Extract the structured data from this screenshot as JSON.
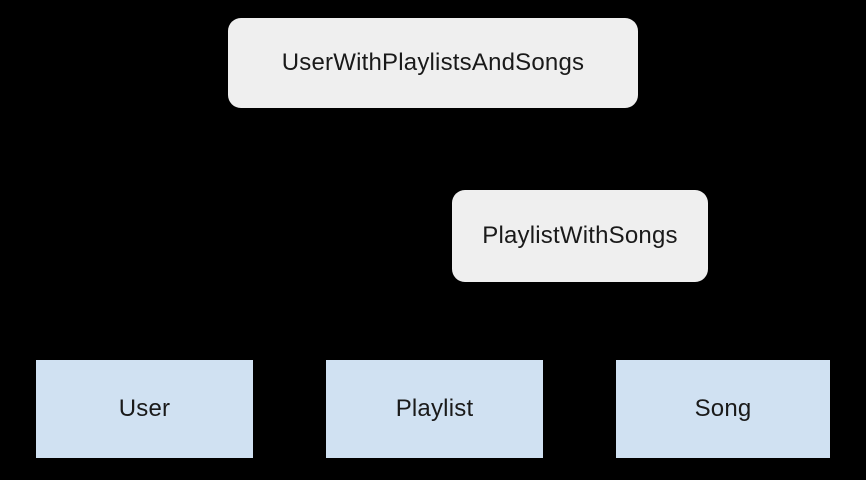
{
  "diagram": {
    "background_color": "#000000",
    "text_color": "#1a1a1a",
    "rounded_node_fill": "#efefef",
    "rect_node_fill": "#d0e1f2",
    "nodes": {
      "user_with_playlists_and_songs": {
        "label": "UserWithPlaylistsAndSongs",
        "shape": "rounded"
      },
      "playlist_with_songs": {
        "label": "PlaylistWithSongs",
        "shape": "rounded"
      },
      "user": {
        "label": "User",
        "shape": "rect"
      },
      "playlist": {
        "label": "Playlist",
        "shape": "rect"
      },
      "song": {
        "label": "Song",
        "shape": "rect"
      }
    }
  }
}
